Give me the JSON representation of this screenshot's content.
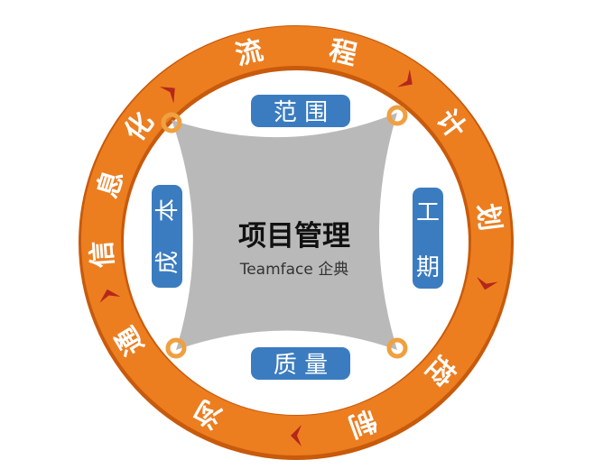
{
  "colors": {
    "ring": "#e8791c",
    "ring_edge": "#c85a0c",
    "chevron": "#b5261b",
    "center": "#b9b9b9",
    "pill": "#3b7cc0"
  },
  "ring_words": {
    "liucheng": [
      "流",
      "程"
    ],
    "jihua": [
      "计",
      "划"
    ],
    "kongzhi": [
      "控",
      "制"
    ],
    "goutong": [
      "沟",
      "通"
    ],
    "xinxihua": [
      "信",
      "息",
      "化"
    ]
  },
  "pillars": {
    "scope": "范  围",
    "schedule": [
      "工",
      "期"
    ],
    "quality": "质  量",
    "cost": [
      "成",
      "本"
    ]
  },
  "center": {
    "title": "项目管理",
    "subtitle": "Teamface 企典"
  }
}
